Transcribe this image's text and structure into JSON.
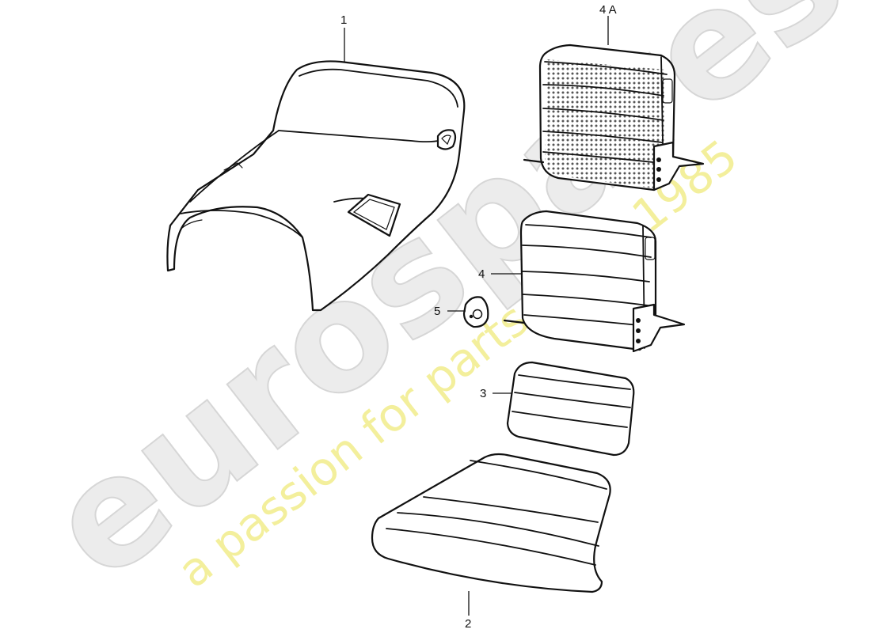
{
  "watermark": {
    "word": "eurospares",
    "tagline": "a passion for parts since 1985",
    "word_color": "#ececec",
    "tagline_color": "#f3ef9c"
  },
  "callouts": {
    "c1": "1",
    "c4a": "4 A",
    "c4": "4",
    "c5": "5",
    "c3": "3",
    "c2": "2"
  },
  "colors": {
    "line": "#111111",
    "dots": "#555555"
  }
}
